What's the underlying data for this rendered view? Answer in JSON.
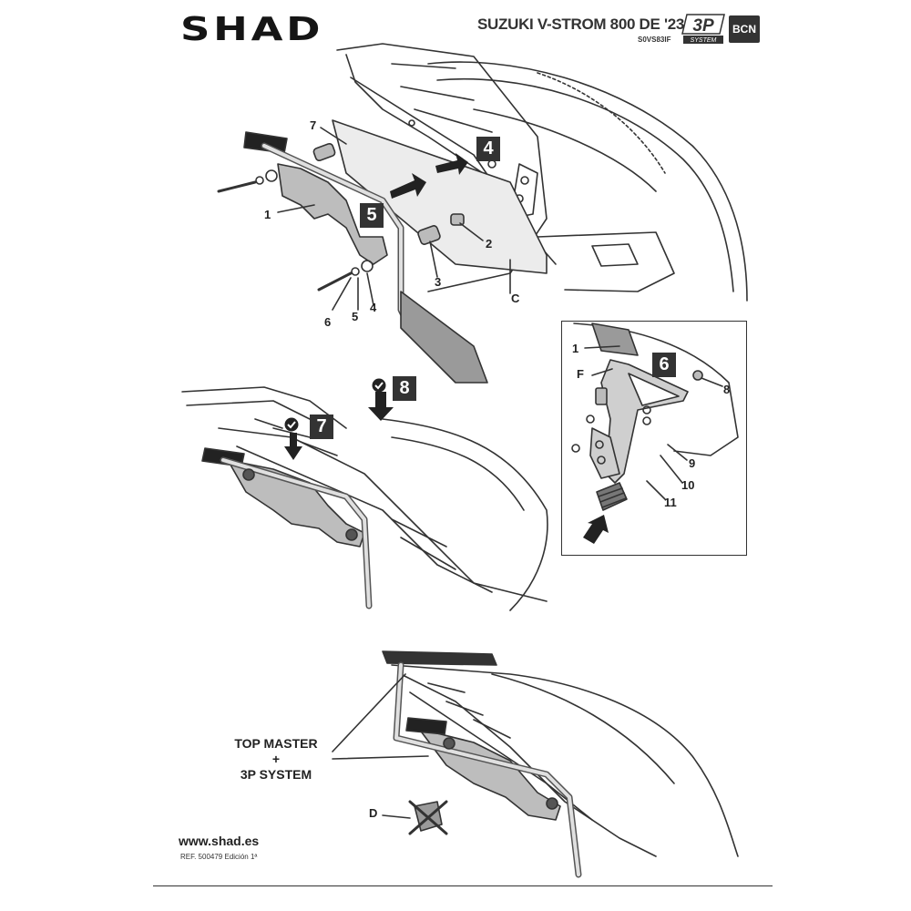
{
  "header": {
    "brand": "SHAD",
    "model": "SUZUKI V-STROM 800 DE '23",
    "code": "S0VS83IF",
    "badge_3p": "3P",
    "badge_system": "SYSTEM",
    "badge_bcn": "BCN"
  },
  "steps": [
    "4",
    "5",
    "6",
    "7",
    "8"
  ],
  "parts": {
    "p1": "1",
    "p2": "2",
    "p3": "3",
    "p4": "4",
    "p5": "5",
    "p6": "6",
    "p7": "7",
    "pC": "C",
    "p1b": "1",
    "pF": "F",
    "p8": "8",
    "p9": "9",
    "p10": "10",
    "p11": "11",
    "pD": "D"
  },
  "top_master": {
    "line1": "TOP MASTER",
    "line2": "+",
    "line3": "3P SYSTEM"
  },
  "footer": {
    "website": "www.shad.es",
    "reference": "REF. 500479 Edición 1ª"
  },
  "colors": {
    "ink": "#333333",
    "part_gray": "#8a8a8a",
    "light_gray": "#d6d6d6"
  }
}
